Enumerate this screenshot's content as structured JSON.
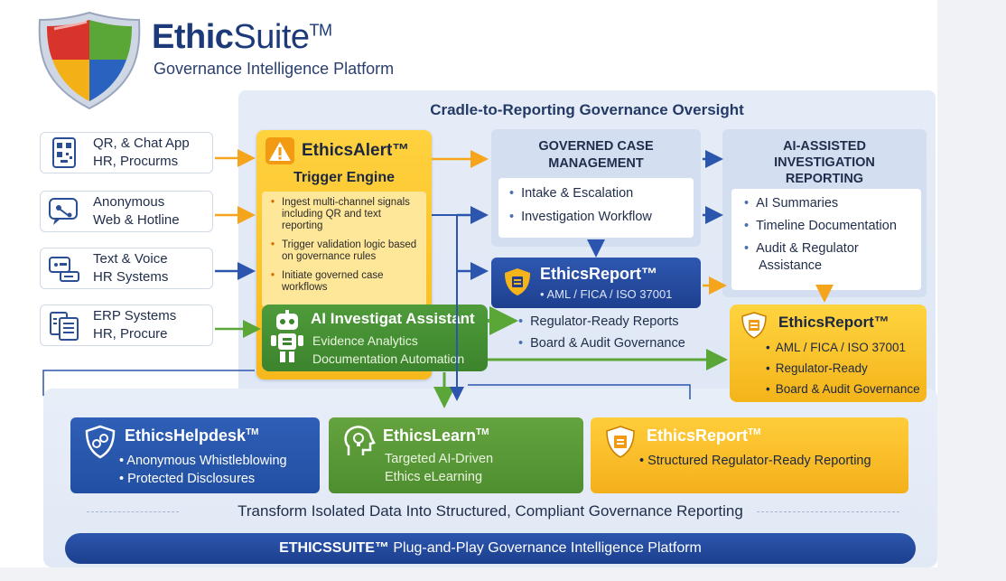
{
  "header": {
    "brand_bold": "Ethic",
    "brand_light": "Suite",
    "brand_tm": "TM",
    "subtitle": "Governance Intelligence Platform"
  },
  "panel_title": "Cradle-to-Reporting Governance Oversight",
  "sources": [
    {
      "line1": "QR, & Chat App",
      "line2": "HR, Procurms",
      "icon": "qr-code-icon"
    },
    {
      "line1": "Anonymous",
      "line2": "Web & Hotline",
      "icon": "chat-shield-icon"
    },
    {
      "line1": "Text & Voice",
      "line2": "HR Systems",
      "icon": "message-device-icon"
    },
    {
      "line1": "ERP Systems",
      "line2": "HR, Procure",
      "icon": "document-list-icon"
    }
  ],
  "ethics_alert": {
    "name": "EthicsAlert™",
    "subtitle": "Trigger Engine",
    "items": [
      "Ingest multi-channel signals including QR and text reporting",
      "Trigger validation logic based on governance rules",
      "Initiate governed case workflows"
    ]
  },
  "assistant": {
    "title": "AI Investigat Assistant",
    "line1": "Evidence Analytics",
    "line2": "Documentation Automation"
  },
  "governed_case": {
    "title_line1": "GOVERNED CASE",
    "title_line2": "MANAGEMENT",
    "items": [
      "Intake & Escalation",
      "Investigation Workflow"
    ]
  },
  "ai_investigation": {
    "title_line1": "AI-ASSISTED",
    "title_line2": "INVESTIGATION",
    "title_line3": "REPORTING",
    "items": [
      "AI Summaries",
      "Timeline Documentation",
      "Audit & Regulator",
      "Assistance"
    ]
  },
  "report_blue": {
    "name": "EthicsReport™",
    "sub": "• AML / FICA / ISO 37001"
  },
  "middle_bullets": [
    "Regulator-Ready Reports",
    "Board & Audit Governance"
  ],
  "report_yellow": {
    "name": "EthicsReport™",
    "items": [
      "AML / FICA / ISO 37001",
      "Regulator-Ready",
      "Board & Audit Governance"
    ]
  },
  "cards": {
    "helpdesk": {
      "name": "EthicsHelpdesk",
      "tm": "TM",
      "l1": "• Anonymous Whistleblowing",
      "l2": "• Protected Disclosures"
    },
    "learn": {
      "name": "EthicsLearn",
      "tm": "TM",
      "l1": "Targeted AI-Driven",
      "l2": "Ethics eLearning"
    },
    "report": {
      "name": "EthicsReport",
      "tm": "TM",
      "l1": "• Structured Regulator-Ready Reporting"
    }
  },
  "transform_text": "Transform Isolated Data Into Structured, Compliant Governance Reporting",
  "footer": {
    "bold": "ETHICSSUITE™",
    "rest": " Plug-and-Play Governance Intelligence Platform"
  },
  "colors": {
    "navy": "#1c3a7a",
    "blue": "#2e58b0",
    "yellow": "#f7b81c",
    "green": "#4f9b3a",
    "panel": "#e3eaf6"
  }
}
